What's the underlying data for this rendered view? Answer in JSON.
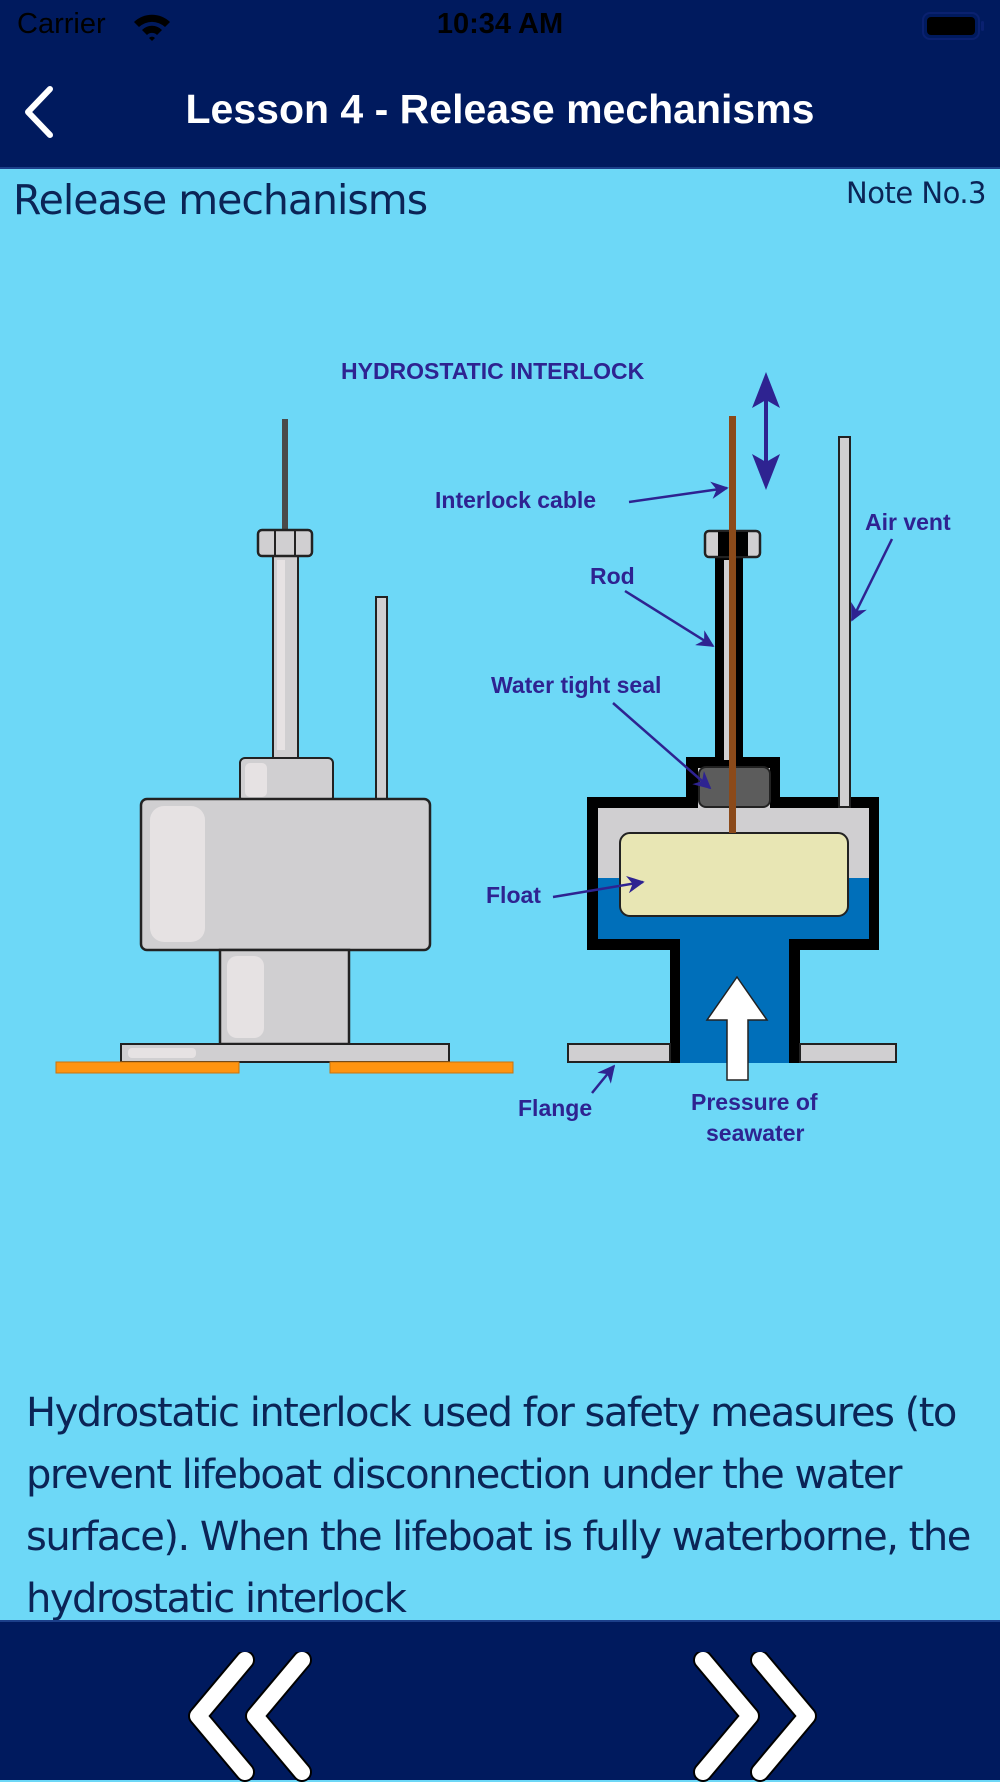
{
  "status_bar": {
    "carrier": "Carrier",
    "time": "10:34 AM",
    "wifi_icon": "wifi-icon",
    "battery_icon": "battery-icon"
  },
  "nav": {
    "back_icon": "chevron-left-icon",
    "title": "Lesson 4 - Release mechanisms"
  },
  "content": {
    "section_title": "Release mechanisms",
    "note_label": "Note No.3",
    "diagram": {
      "title": "HYDROSTATIC INTERLOCK",
      "labels": {
        "interlock_cable": "Interlock cable",
        "air_vent": "Air vent",
        "rod": "Rod",
        "water_tight_seal": "Water tight seal",
        "float": "Float",
        "flange": "Flange",
        "pressure_line1": "Pressure of",
        "pressure_line2": "seawater"
      },
      "colors": {
        "label": "#2e2391",
        "metal": "#d0cfd1",
        "highlight": "#e6e2e3",
        "water": "#006fba",
        "float": "#e8e6b4",
        "cable": "#8b4a1a",
        "seal": "#5c5c5c",
        "gasket": "#ff9410"
      }
    },
    "body_text": "Hydrostatic interlock used for safety measures (to prevent lifeboat disconnection under the water surface). When the lifeboat is fully waterborne, the hydrostatic interlock"
  },
  "bottom_nav": {
    "prev_icon": "double-chevron-left-icon",
    "next_icon": "double-chevron-right-icon"
  },
  "theme": {
    "bar_bg": "#001a5e",
    "content_bg": "#6dd8f7",
    "text": "#0b2456"
  }
}
